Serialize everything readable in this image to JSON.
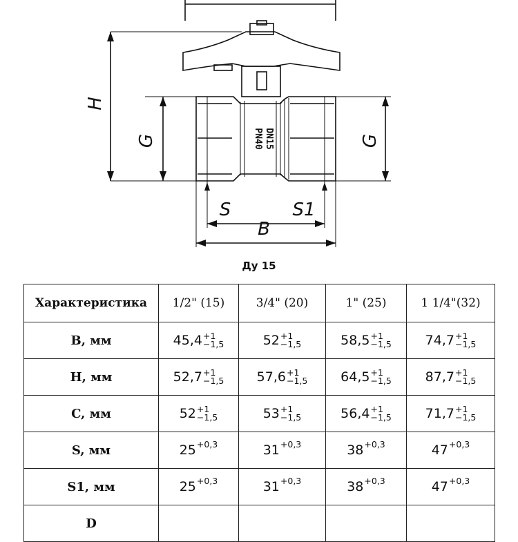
{
  "drawing": {
    "labels": {
      "h": "H",
      "g_left": "G",
      "g_right": "G",
      "s": "S",
      "s1": "S1",
      "b": "B"
    },
    "body_marking": [
      "PN40",
      "DN15"
    ]
  },
  "caption": "Ду 15",
  "table": {
    "header": [
      "Характеристика",
      "1/2\" (15)",
      "3/4\" (20)",
      "1\" (25)",
      "1 1/4\"(32)"
    ],
    "rows": [
      {
        "label": "B, мм",
        "cells": [
          {
            "v": "45,4",
            "up": "+1",
            "lo": "−1,5"
          },
          {
            "v": "52",
            "up": "+1",
            "lo": "−1,5"
          },
          {
            "v": "58,5",
            "up": "+1",
            "lo": "−1,5"
          },
          {
            "v": "74,7",
            "up": "+1",
            "lo": "−1,5"
          }
        ]
      },
      {
        "label": "H, мм",
        "cells": [
          {
            "v": "52,7",
            "up": "+1",
            "lo": "−1,5"
          },
          {
            "v": "57,6",
            "up": "+1",
            "lo": "−1,5"
          },
          {
            "v": "64,5",
            "up": "+1",
            "lo": "−1,5"
          },
          {
            "v": "87,7",
            "up": "+1",
            "lo": "−1,5"
          }
        ]
      },
      {
        "label": "C, мм",
        "cells": [
          {
            "v": "52",
            "up": "+1",
            "lo": "−1,5"
          },
          {
            "v": "53",
            "up": "+1",
            "lo": "−1,5"
          },
          {
            "v": "56,4",
            "up": "+1",
            "lo": "−1,5"
          },
          {
            "v": "71,7",
            "up": "+1",
            "lo": "−1,5"
          }
        ]
      },
      {
        "label": "S, мм",
        "cells": [
          {
            "v": "25",
            "sup": "+0,3"
          },
          {
            "v": "31",
            "sup": "+0,3"
          },
          {
            "v": "38",
            "sup": "+0,3"
          },
          {
            "v": "47",
            "sup": "+0,3"
          }
        ]
      },
      {
        "label": "S1, мм",
        "cells": [
          {
            "v": "25",
            "sup": "+0,3"
          },
          {
            "v": "31",
            "sup": "+0,3"
          },
          {
            "v": "38",
            "sup": "+0,3"
          },
          {
            "v": "47",
            "sup": "+0,3"
          }
        ]
      },
      {
        "label": "D",
        "cells": [
          {
            "v": ""
          },
          {
            "v": ""
          },
          {
            "v": ""
          },
          {
            "v": ""
          }
        ]
      }
    ]
  }
}
